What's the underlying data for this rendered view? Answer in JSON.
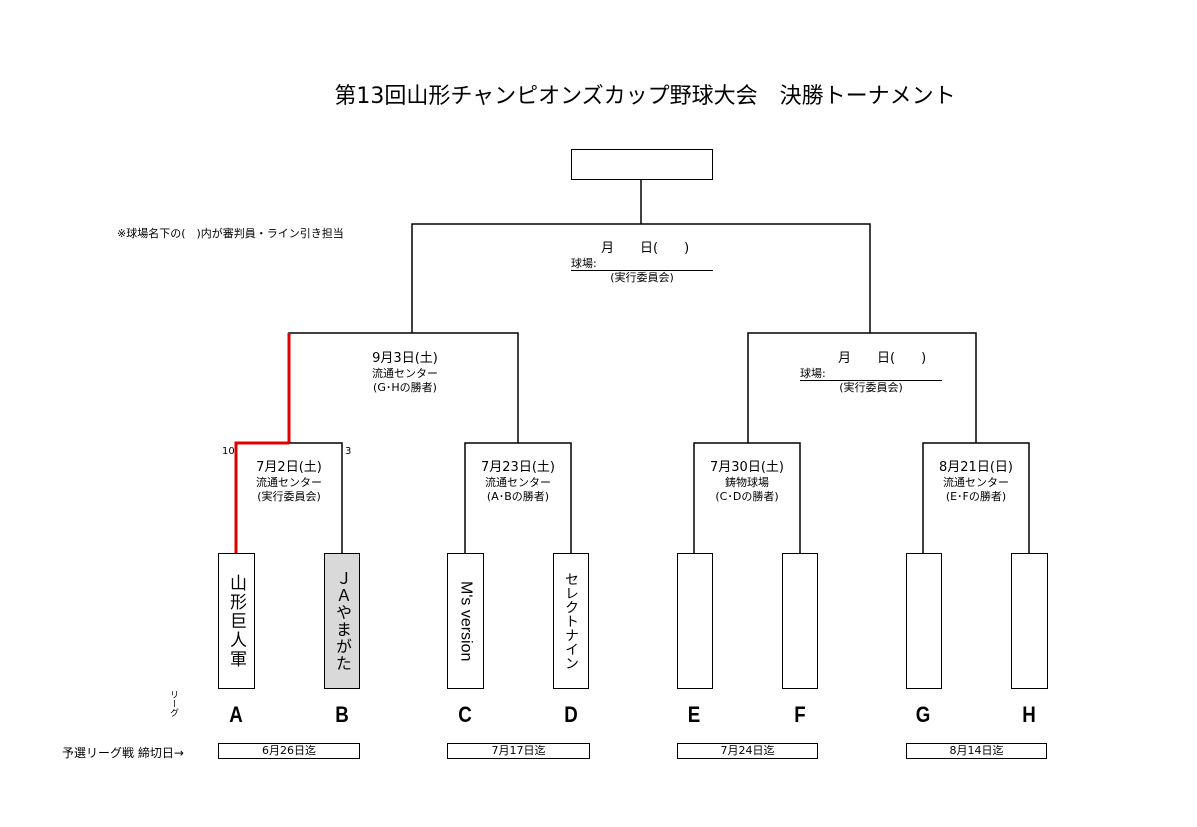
{
  "title": "第13回山形チャンピオンズカップ野球大会　決勝トーナメント",
  "note": "※球場名下の(　)内が審判員・ライン引き担当",
  "final": {
    "champion": "",
    "date": "月　　日(　　)",
    "venue_label": "球場:",
    "umpire": "(実行委員会)"
  },
  "semifinals": [
    {
      "date": "9月3日(土)",
      "venue": "流通センター",
      "umpire": "(G･Hの勝者)"
    },
    {
      "date": "月　　日(　　)",
      "venue_label": "球場:",
      "umpire": "(実行委員会)"
    }
  ],
  "quarterfinals": [
    {
      "date": "7月2日(土)",
      "venue": "流通センター",
      "umpire": "(実行委員会)",
      "score_left": "10",
      "score_right": "3",
      "winner": "left"
    },
    {
      "date": "7月23日(土)",
      "venue": "流通センター",
      "umpire": "(A･Bの勝者)"
    },
    {
      "date": "7月30日(土)",
      "venue": "鋳物球場",
      "umpire": "(C･Dの勝者)"
    },
    {
      "date": "8月21日(日)",
      "venue": "流通センター",
      "umpire": "(E･Fの勝者)"
    }
  ],
  "teams": [
    {
      "league": "A",
      "name": "山形巨人軍",
      "highlight": false,
      "winner": true
    },
    {
      "league": "B",
      "name": "ＪＡやまがた",
      "highlight": true,
      "winner": false
    },
    {
      "league": "C",
      "name": "M's version",
      "highlight": false
    },
    {
      "league": "D",
      "name": "セレクトナイン",
      "highlight": false
    },
    {
      "league": "E",
      "name": "",
      "highlight": false
    },
    {
      "league": "F",
      "name": "",
      "highlight": false
    },
    {
      "league": "G",
      "name": "",
      "highlight": false
    },
    {
      "league": "H",
      "name": "",
      "highlight": false
    }
  ],
  "league_label": "リーグ",
  "prelim_label": "予選リーグ戦 締切日→",
  "deadlines": [
    "6月26日迄",
    "7月17日迄",
    "7月24日迄",
    "8月14日迄"
  ],
  "colors": {
    "line": "#000000",
    "winner_line": "#e00000",
    "highlight_fill": "#d9d9d9"
  }
}
